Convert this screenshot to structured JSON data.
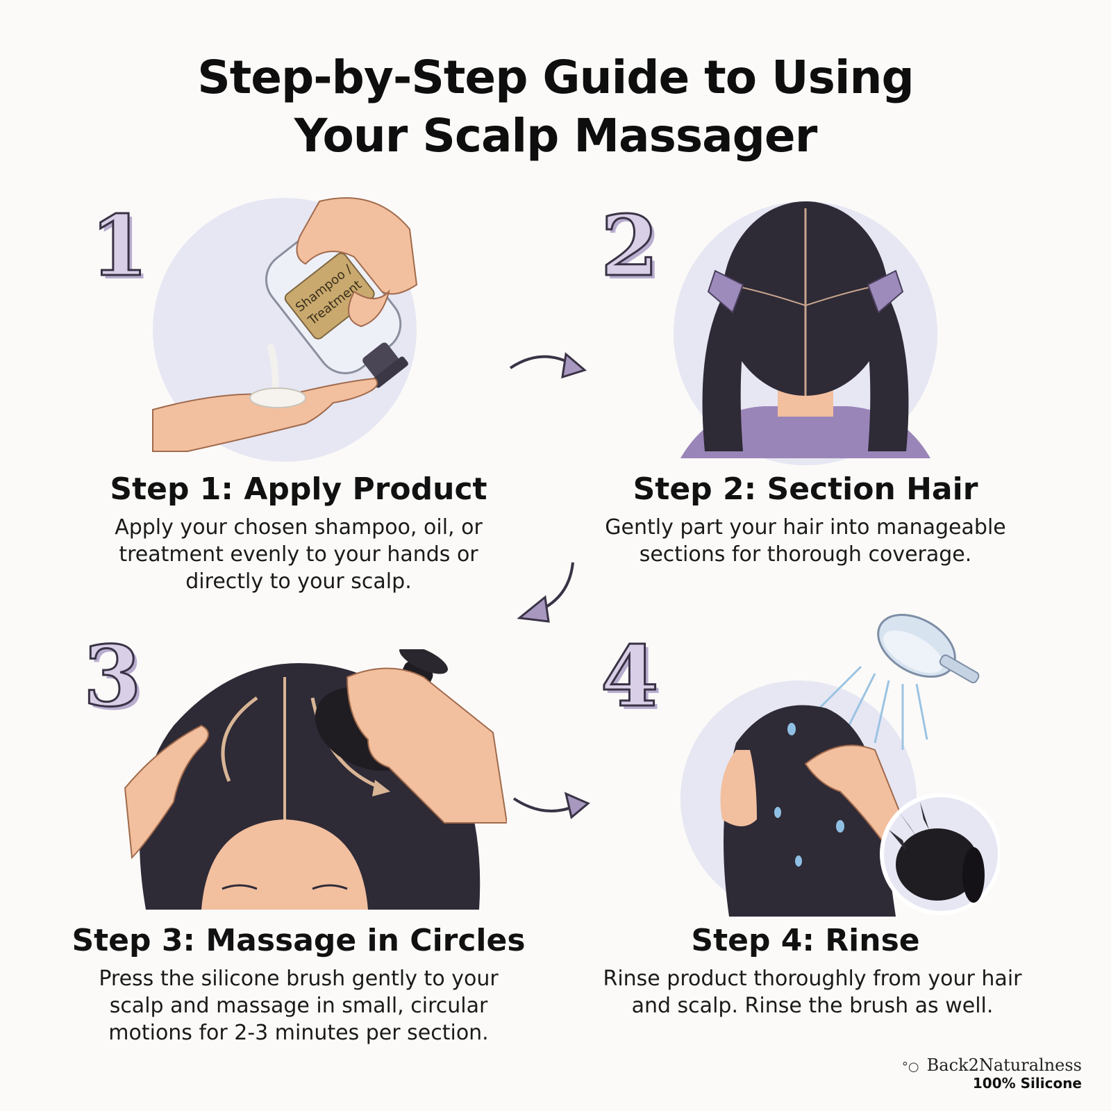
{
  "title": {
    "line1": "Step-by-Step Guide to Using",
    "line2": "Your Scalp Massager"
  },
  "steps": [
    {
      "number": "1",
      "title": "Step 1: Apply Product",
      "description": "Apply your chosen shampoo, oil, or treatment evenly to your hands or directly to your scalp.",
      "bottle_label_line1": "Shampoo /",
      "bottle_label_line2": "Treatment"
    },
    {
      "number": "2",
      "title": "Step 2: Section Hair",
      "description": "Gently part your hair into manageable sections for thorough coverage."
    },
    {
      "number": "3",
      "title": "Step 3: Massage in Circles",
      "description": "Press the silicone brush gently to your scalp and massage in small, circular motions for 2-3 minutes per section."
    },
    {
      "number": "4",
      "title": "Step 4: Rinse",
      "description": "Rinse product thoroughly from your hair and scalp. Rinse the brush as well."
    }
  ],
  "brand": {
    "name": "Back2Naturalness",
    "tagline": "100% Silicone"
  },
  "colors": {
    "circle_bg": "#e6e7f3",
    "hair": "#2e2a36",
    "skin": "#f2bf9f",
    "lavender": "#9c8bbb",
    "arrow": "#a898c0"
  }
}
